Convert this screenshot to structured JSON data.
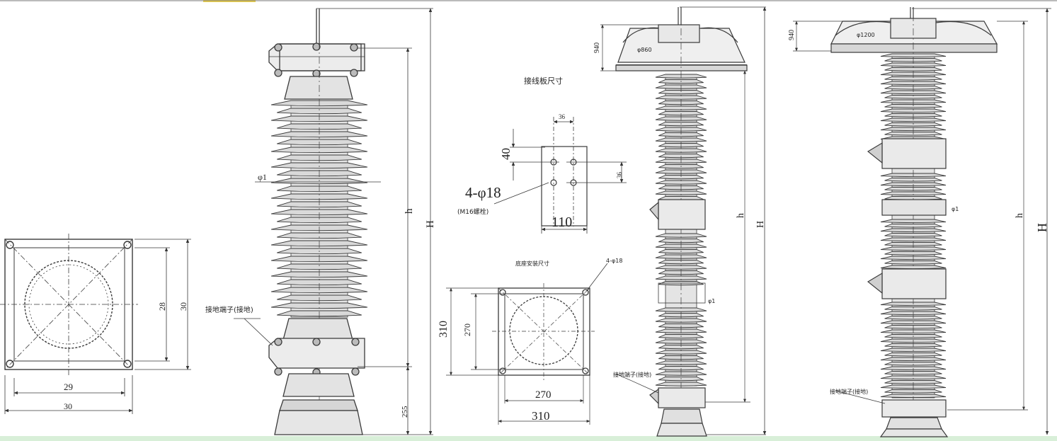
{
  "colors": {
    "line": "#3a3a3a",
    "shed_fill": "#dcdcdc",
    "shed_dark": "#9a9a9a",
    "bottom_band": "#d8efd8",
    "top_mark": "#f2d64a"
  },
  "base_plan_left": {
    "width_inner": "29",
    "width_outer": "30",
    "height_inner": "28",
    "height_outer": "30"
  },
  "arrester_1": {
    "shed_diameter_label": "φ1",
    "mount_note": "接地端子(接地)",
    "height_label": "h",
    "overall_label": "H",
    "base_height_label": "255"
  },
  "mounting_hole": {
    "title": "接线板尺寸",
    "top_dim": "36",
    "v_dim": "40",
    "side_dim": "36",
    "holes": "4-φ18",
    "holes_note": "(M16螺栓)",
    "width_dim": "110"
  },
  "base_plan_right": {
    "title": "底座安装尺寸",
    "hole_note": "4-φ18",
    "outer_v": "310",
    "inner_v": "270",
    "inner_h": "270",
    "outer_h": "310"
  },
  "arrester_2": {
    "ring_label": "φ860",
    "ring_height": "940",
    "shed_label": "φ1",
    "mount_note": "接地端子(接地)",
    "height_label": "h",
    "overall_label": "H"
  },
  "arrester_3": {
    "ring_label": "φ1200",
    "ring_height": "940",
    "shed_label": "φ1",
    "mount_note": "接地端子(接地)",
    "height_label": "h",
    "overall_label": "H"
  }
}
